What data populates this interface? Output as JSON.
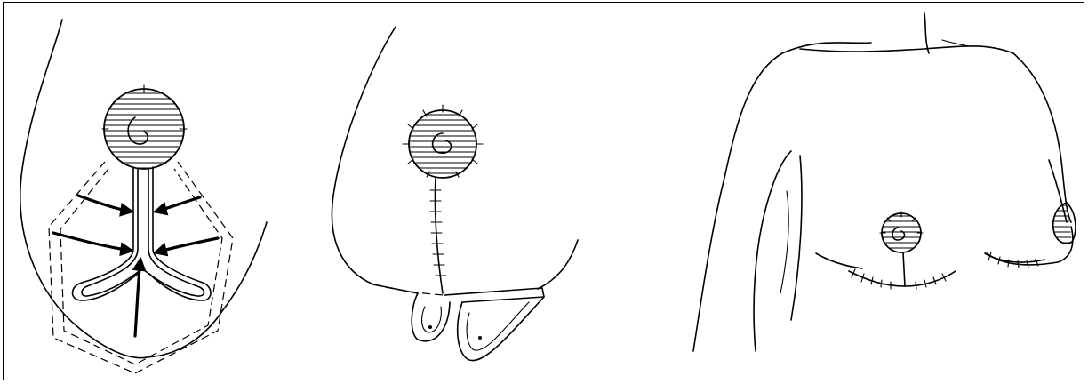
{
  "figure": {
    "panels": [
      {
        "id": "panel-1",
        "caption": ""
      },
      {
        "id": "panel-2",
        "caption": ""
      },
      {
        "id": "panel-3",
        "caption": ""
      }
    ]
  }
}
